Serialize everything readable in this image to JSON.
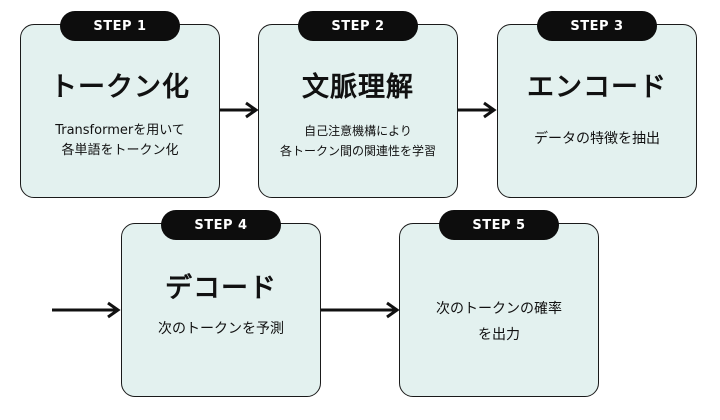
{
  "steps": [
    {
      "label": "STEP 1",
      "title": "トークン化",
      "desc": [
        "Transformerを用いて",
        "各単語をトークン化"
      ]
    },
    {
      "label": "STEP 2",
      "title": "文脈理解",
      "desc": [
        "自己注意機構により",
        "各トークン間の関連性を学習"
      ]
    },
    {
      "label": "STEP 3",
      "title": "エンコード",
      "desc": [
        "データの特徴を抽出"
      ]
    },
    {
      "label": "STEP 4",
      "title": "デコード",
      "desc": [
        "次のトークンを予測"
      ]
    },
    {
      "label": "STEP 5",
      "title": "",
      "desc": [
        "次のトークンの確率",
        "を出力"
      ]
    }
  ],
  "colors": {
    "card_fill": "#e3f1ef",
    "pill_fill": "#0d0d0d",
    "stroke": "#1a1a1a"
  }
}
